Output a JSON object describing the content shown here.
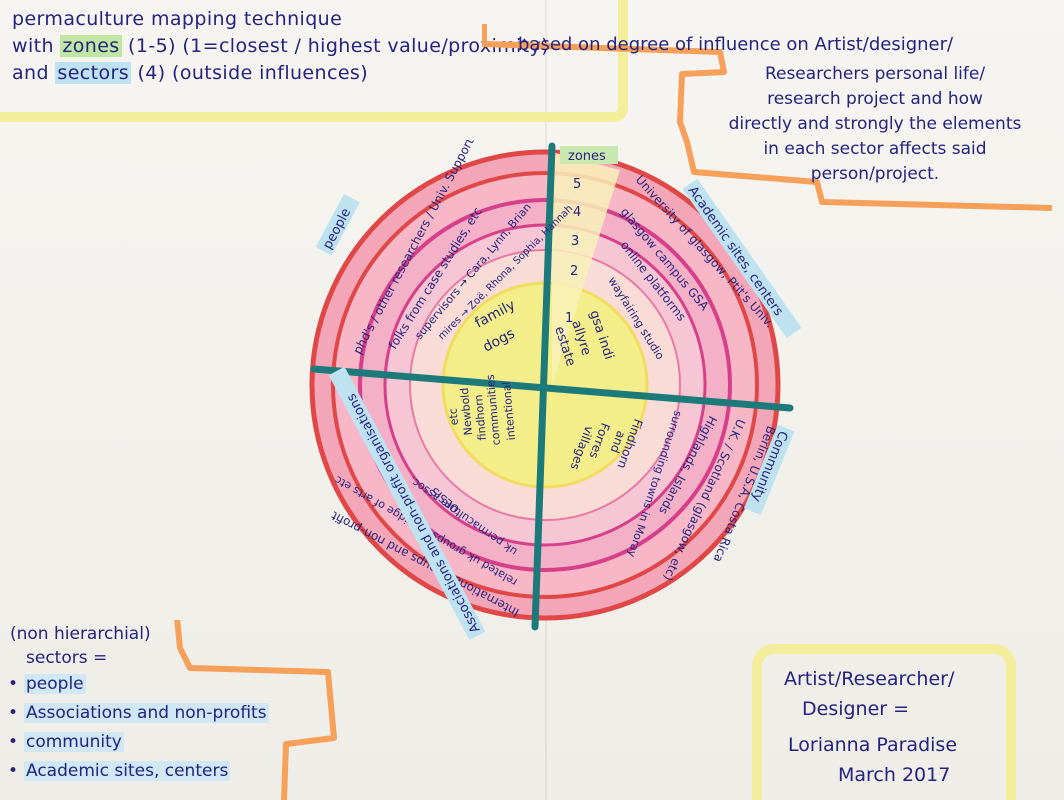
{
  "title": {
    "line1": "permaculture mapping technique",
    "line2_pre": "with ",
    "line2_zones": "zones",
    "line2_post": " (1-5) (1=closest / highest value/proximity)",
    "line3_pre": "and ",
    "line3_sectors": "sectors",
    "line3_post": " (4) (outside influences)"
  },
  "note": {
    "line1": "based on degree of influence on Artist/designer/",
    "line2": "Researchers personal life/",
    "line3": "research project and how",
    "line4": "directly and strongly the elements",
    "line5": "in each sector affects said",
    "line6": "person/project."
  },
  "diagram": {
    "zones_label": "zones",
    "zone_numbers": [
      "5",
      "4",
      "3",
      "2",
      "1"
    ],
    "sector_labels": {
      "people": "people",
      "academic": "Academic sites, centers",
      "organisations": "Associations and non-profit organisations",
      "community": "Community"
    },
    "people_rings": {
      "ring5": "phd's / other researchers / Univ. Supporters",
      "ring4": "folks from case studies, etc",
      "ring3": "supervisors → Cara, Lynn, Brian",
      "ring2": "mires → Zoë, Rhona, Sophia, Hannah",
      "center1": "family",
      "center2": "dogs"
    },
    "academic_rings": {
      "ring5": "University of glasgow, Ptit's Univ.",
      "ring4": "glasgow campus GSA",
      "ring3": "online platforms",
      "ring2": "wayfairing studio",
      "center1": "gsa indi",
      "center2": "allyre",
      "center3": "estate"
    },
    "community_rings": {
      "ring5": "Berlin, U.S.A, Costa Rica",
      "ring4": "U.K. / Scotland (glasgow, etc)",
      "ring3": "Highlands, Islands",
      "ring2": "surrounding towns in Moray",
      "center1": "Findhorn",
      "center2": "and",
      "center3": "Forres",
      "center4": "villages"
    },
    "org_rings": {
      "ring5": "International groups and non-profit",
      "ring4": "related uk groups → Bridge of arts etc",
      "ring3": "uk permaculture assoc.",
      "ring2": "OESIS",
      "center1": "intentional",
      "center2": "communities",
      "center3": "findhorn",
      "center4": "Newbold",
      "center5": "etc"
    }
  },
  "sectors_list": {
    "heading": "(non hierarchial)",
    "eq": "sectors =",
    "items": [
      "people",
      "Associations and non-profits",
      "community",
      "Academic sites, centers"
    ],
    "bullet": "•"
  },
  "credit": {
    "line1": "Artist/Researcher/",
    "line2": "Designer =",
    "line3": "Lorianna Paradise",
    "line4": "March 2017"
  },
  "colors": {
    "ring_outer": "#e04848",
    "ring_pink": "#ef9ab8",
    "ring_magenta": "#d6408a",
    "center_yellow": "#f4ee8a",
    "axis_teal": "#1c7a7a",
    "highlight_yellow": "#f4ee9a",
    "highlight_orange": "#f7a05a",
    "highlight_blue": "#bfe2f1",
    "highlight_green": "#bfe6a2",
    "ink": "#24237e"
  }
}
